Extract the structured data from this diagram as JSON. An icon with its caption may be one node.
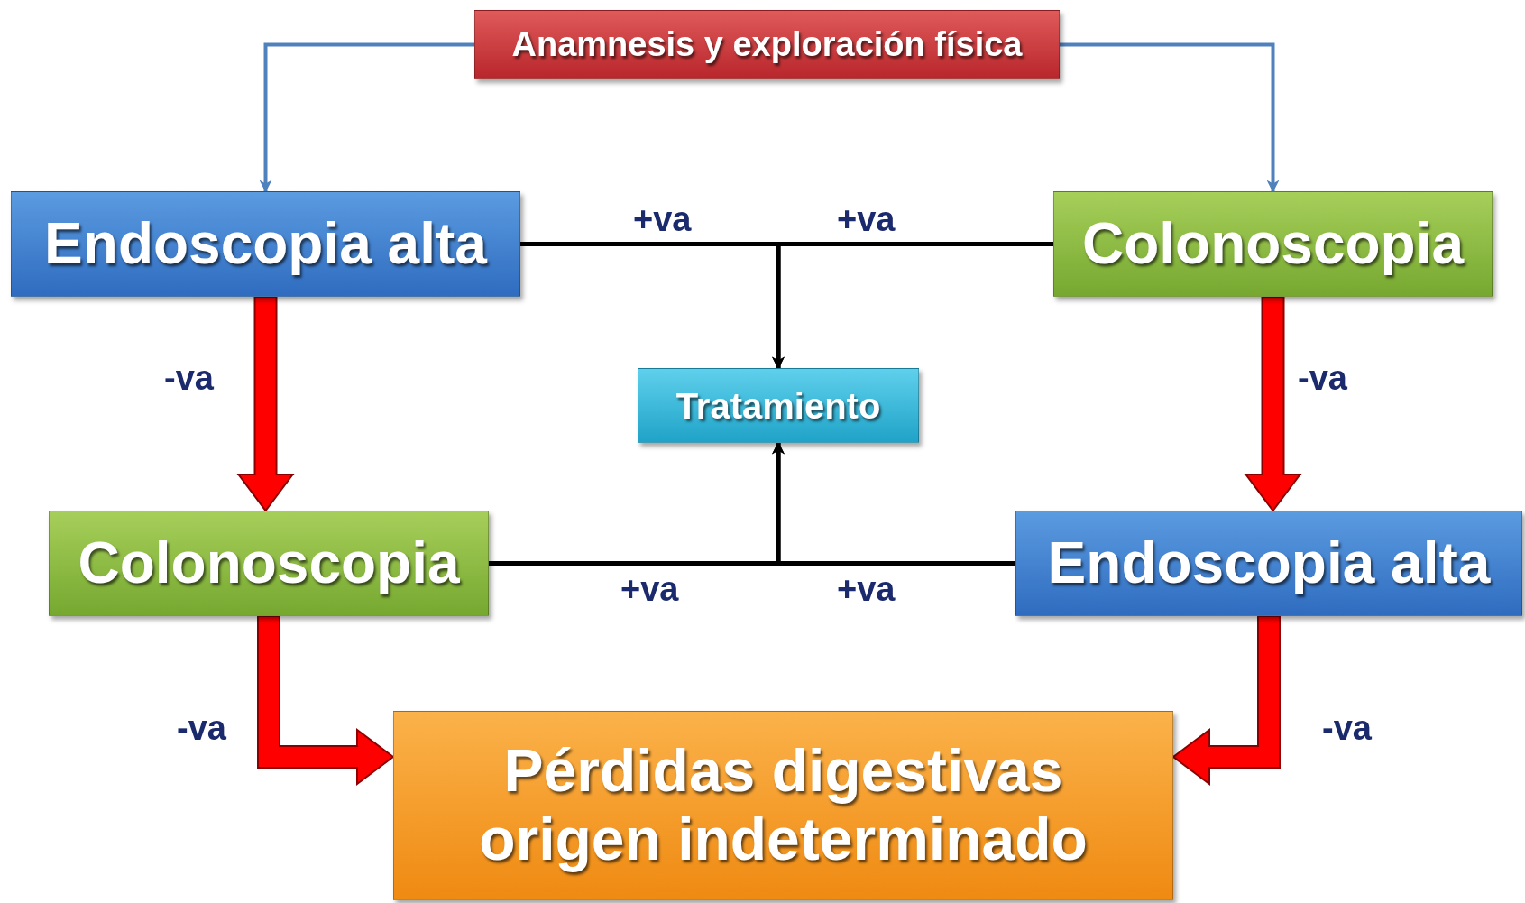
{
  "diagram": {
    "nodes": [
      {
        "text": [
          "Anamnesis y exploración física"
        ]
      },
      {
        "text": [
          "Endoscopia alta"
        ]
      },
      {
        "text": [
          "Colonoscopia"
        ]
      },
      {
        "text": [
          "Tratamiento"
        ]
      },
      {
        "text": [
          "Colonoscopia"
        ]
      },
      {
        "text": [
          "Endoscopia alta"
        ]
      },
      {
        "text": [
          "Pérdidas digestivas origen indeterminado"
        ]
      }
    ],
    "edges": [
      {
        "from": 0,
        "to": 1,
        "arrow": "to",
        "color": "#4f81bd"
      },
      {
        "from": 0,
        "to": 2,
        "arrow": "to",
        "color": "#4f81bd"
      },
      {
        "from": 1,
        "to": 3,
        "arrow": "to",
        "label": "+va"
      },
      {
        "from": 2,
        "to": 3,
        "arrow": "to",
        "label": "+va"
      },
      {
        "from": 4,
        "to": 3,
        "arrow": "to",
        "label": "+va"
      },
      {
        "from": 5,
        "to": 3,
        "arrow": "to",
        "label": "+va"
      },
      {
        "from": 1,
        "to": 4,
        "arrow": "to",
        "label": "-va",
        "style": "thick",
        "color": "#ff0000"
      },
      {
        "from": 2,
        "to": 5,
        "arrow": "to",
        "label": "-va",
        "style": "thick",
        "color": "#ff0000"
      },
      {
        "from": 4,
        "to": 6,
        "arrow": "to",
        "label": "-va",
        "style": "thick",
        "color": "#ff0000"
      },
      {
        "from": 5,
        "to": 6,
        "arrow": "to",
        "label": "-va",
        "style": "thick",
        "color": "#ff0000"
      }
    ]
  }
}
